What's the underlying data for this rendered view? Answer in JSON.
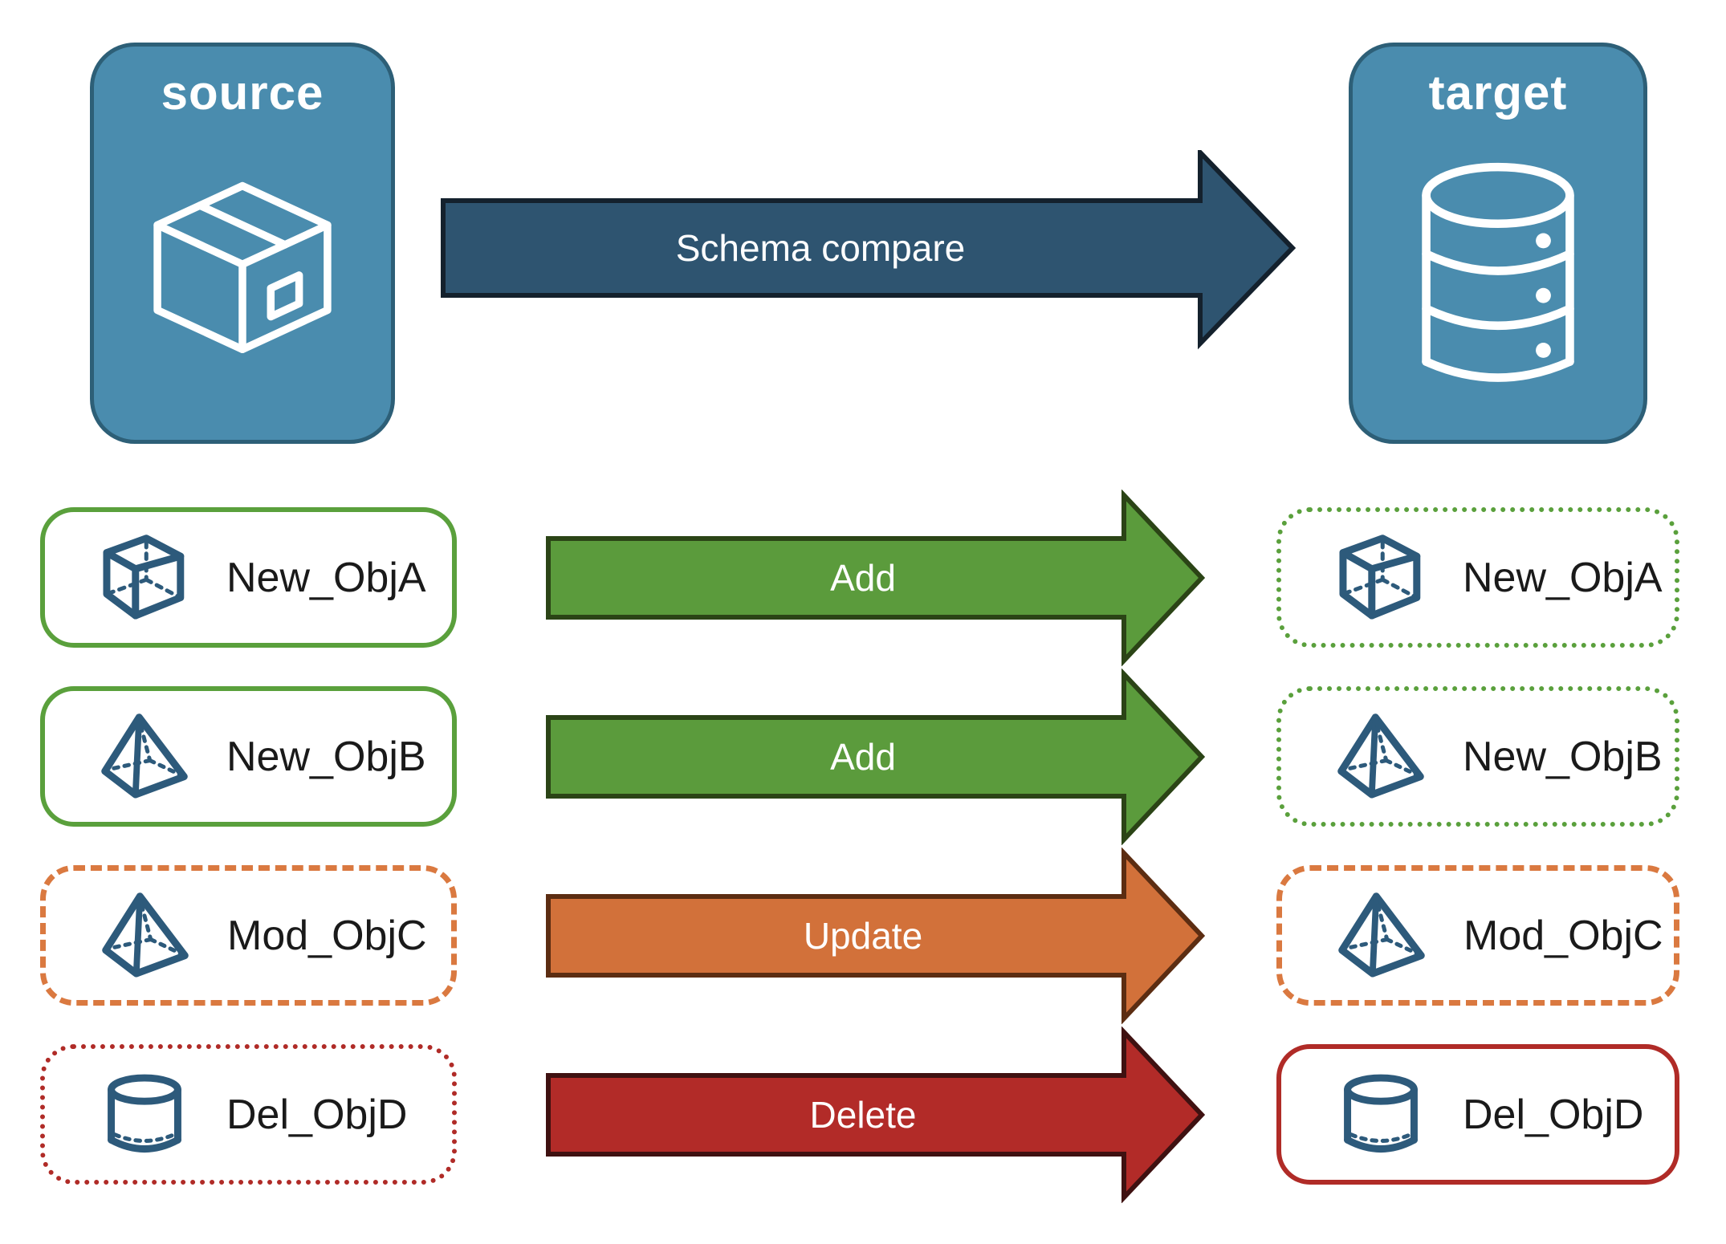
{
  "source_node": {
    "label": "source",
    "icon": "package-box-icon"
  },
  "target_node": {
    "label": "target",
    "icon": "database-icon"
  },
  "compare_arrow": {
    "label": "Schema compare"
  },
  "rows": [
    {
      "object": "New_ObjA",
      "icon": "cube-icon",
      "action": "Add",
      "source_card_border": "solid-green",
      "target_card_border": "dotted-green"
    },
    {
      "object": "New_ObjB",
      "icon": "pyramid-icon",
      "action": "Add",
      "source_card_border": "solid-green",
      "target_card_border": "dotted-green"
    },
    {
      "object": "Mod_ObjC",
      "icon": "pyramid-icon",
      "action": "Update",
      "source_card_border": "dashed-orange",
      "target_card_border": "dashed-orange"
    },
    {
      "object": "Del_ObjD",
      "icon": "cylinder-icon",
      "action": "Delete",
      "source_card_border": "dotted-red",
      "target_card_border": "solid-red"
    }
  ],
  "colors": {
    "node-fill": "#4A8CAE",
    "node-border": "#2D5F77",
    "compare-fill": "#2E5470",
    "compare-border": "#14212D",
    "green-fill": "#5B9B3C",
    "green-dark": "#2B4416",
    "green-accent": "#5AA03C",
    "orange-fill": "#D2713A",
    "orange-dark": "#5C2D12",
    "orange-accent": "#DA7940",
    "red-fill": "#B22B28",
    "red-dark": "#3F1111",
    "red-accent": "#B02B27",
    "icon-blue": "#2D5A7B",
    "label-text": "#1A1A1A",
    "arrow-text": "#FFFFFF"
  }
}
